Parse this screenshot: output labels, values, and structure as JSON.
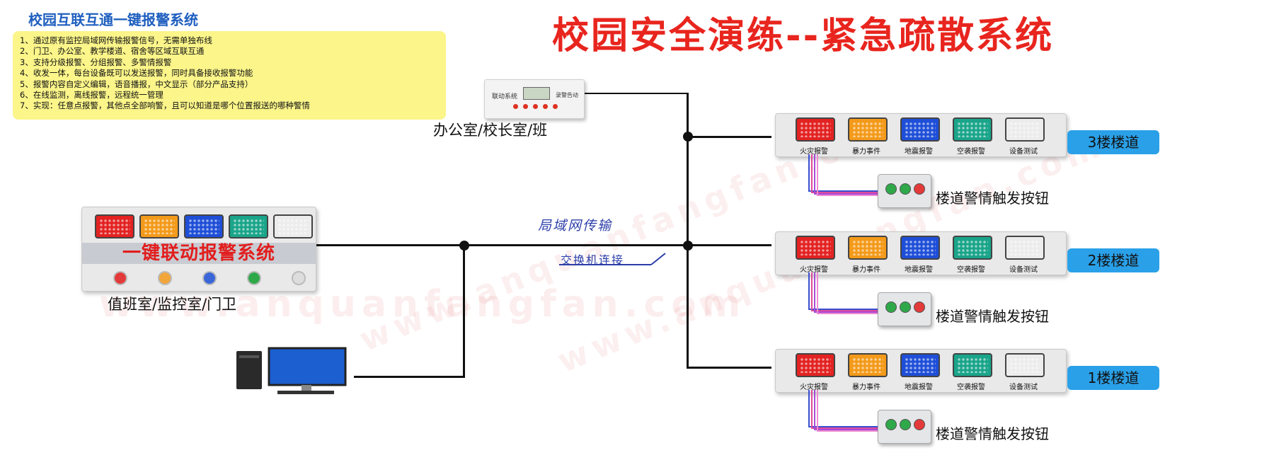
{
  "watermark": "www.anquanfangfan.com",
  "main_title": "校园安全演练--紧急疏散系统",
  "info": {
    "title": "校园互联互通一键报警系统",
    "items": [
      "1、通过原有监控局域网传输报警信号，无需单独布线",
      "2、门卫、办公室、教学楼道、宿舍等区域互联互通",
      "3、支持分级报警、分组报警、多警情报警",
      "4、收发一体，每台设备既可以发送报警，同时具备接收报警功能",
      "5、报警内容自定义编辑，语音播报，中文显示（部分产品支持）",
      "6、在线监测，离线报警，远程统一管理",
      "7、实现：任意点报警，其他点全部响警，且可以知道是哪个位置报送的哪种警情"
    ]
  },
  "office": {
    "caption": "办公室/校长室/班",
    "device_name": "联动系统",
    "device_status": "录警告动"
  },
  "duty": {
    "caption": "值班室/监控室/门卫",
    "scroll_text": "一键联动报警系统"
  },
  "network": {
    "lan_label": "局域网传输",
    "switch_label": "交换机连接"
  },
  "lamp_colors": [
    "#e32222",
    "#f39a1a",
    "#1f4fd8",
    "#1aa58a",
    "#ececec"
  ],
  "button_colors": [
    "#e33a3a",
    "#f1a53a",
    "#3a66d8",
    "#2fa84a",
    "#dddddd"
  ],
  "lamp_labels": [
    "火灾报警",
    "暴力事件",
    "地震报警",
    "空袭报警",
    "设备测试"
  ],
  "floors": [
    {
      "badge": "3楼楼道",
      "trigger": "楼道警情触发按钮"
    },
    {
      "badge": "2楼楼道",
      "trigger": "楼道警情触发按钮"
    },
    {
      "badge": "1楼楼道",
      "trigger": "楼道警情触发按钮"
    }
  ],
  "colors": {
    "title_red": "#e8251e",
    "note_yellow": "#fbf58a",
    "badge_blue": "#2aa0e8",
    "link_blue": "#2b3da8"
  }
}
